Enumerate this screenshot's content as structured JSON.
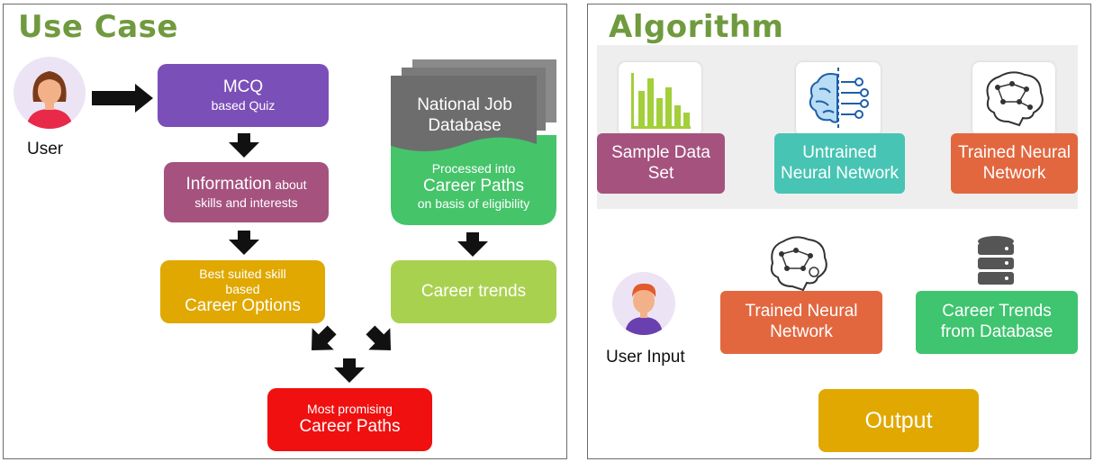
{
  "left": {
    "title": "Use Case",
    "user_label": "User",
    "mcq": {
      "line1": "MCQ",
      "line2": "based Quiz"
    },
    "info": {
      "big": "Information",
      "rest": " about",
      "line2": "skills and interests"
    },
    "best": {
      "line1": "Best suited skill",
      "line2": "based",
      "line3": "Career Options"
    },
    "db": {
      "line1": "National Job",
      "line2": "Database"
    },
    "processed": {
      "line1": "Processed into",
      "line2": "Career Paths",
      "line3": "on basis of eligibility"
    },
    "trends": "Career trends",
    "most": {
      "line1": "Most promising",
      "line2": "Career Paths"
    }
  },
  "right": {
    "title": "Algorithm",
    "sample": {
      "line1": "Sample Data",
      "line2": "Set"
    },
    "untrained": {
      "line1": "Untrained",
      "line2": "Neural Network"
    },
    "trained_top": {
      "line1": "Trained Neural",
      "line2": "Network"
    },
    "user_input": "User Input",
    "trained": {
      "line1": "Trained Neural",
      "line2": "Network"
    },
    "career_db": {
      "line1": "Career Trends",
      "line2": "from Database"
    },
    "output": "Output"
  },
  "colors": {
    "title_green": "#6f9a3e",
    "mcq": "#7b4fb8",
    "info": "#a5527f",
    "best": "#e0a800",
    "processed": "#45c46a",
    "trends": "#a9d150",
    "most": "#f01010",
    "sample": "#a5527f",
    "untrained": "#47c4b3",
    "trained": "#e2673f",
    "career_db": "#3fc46f",
    "output": "#e0a800"
  }
}
